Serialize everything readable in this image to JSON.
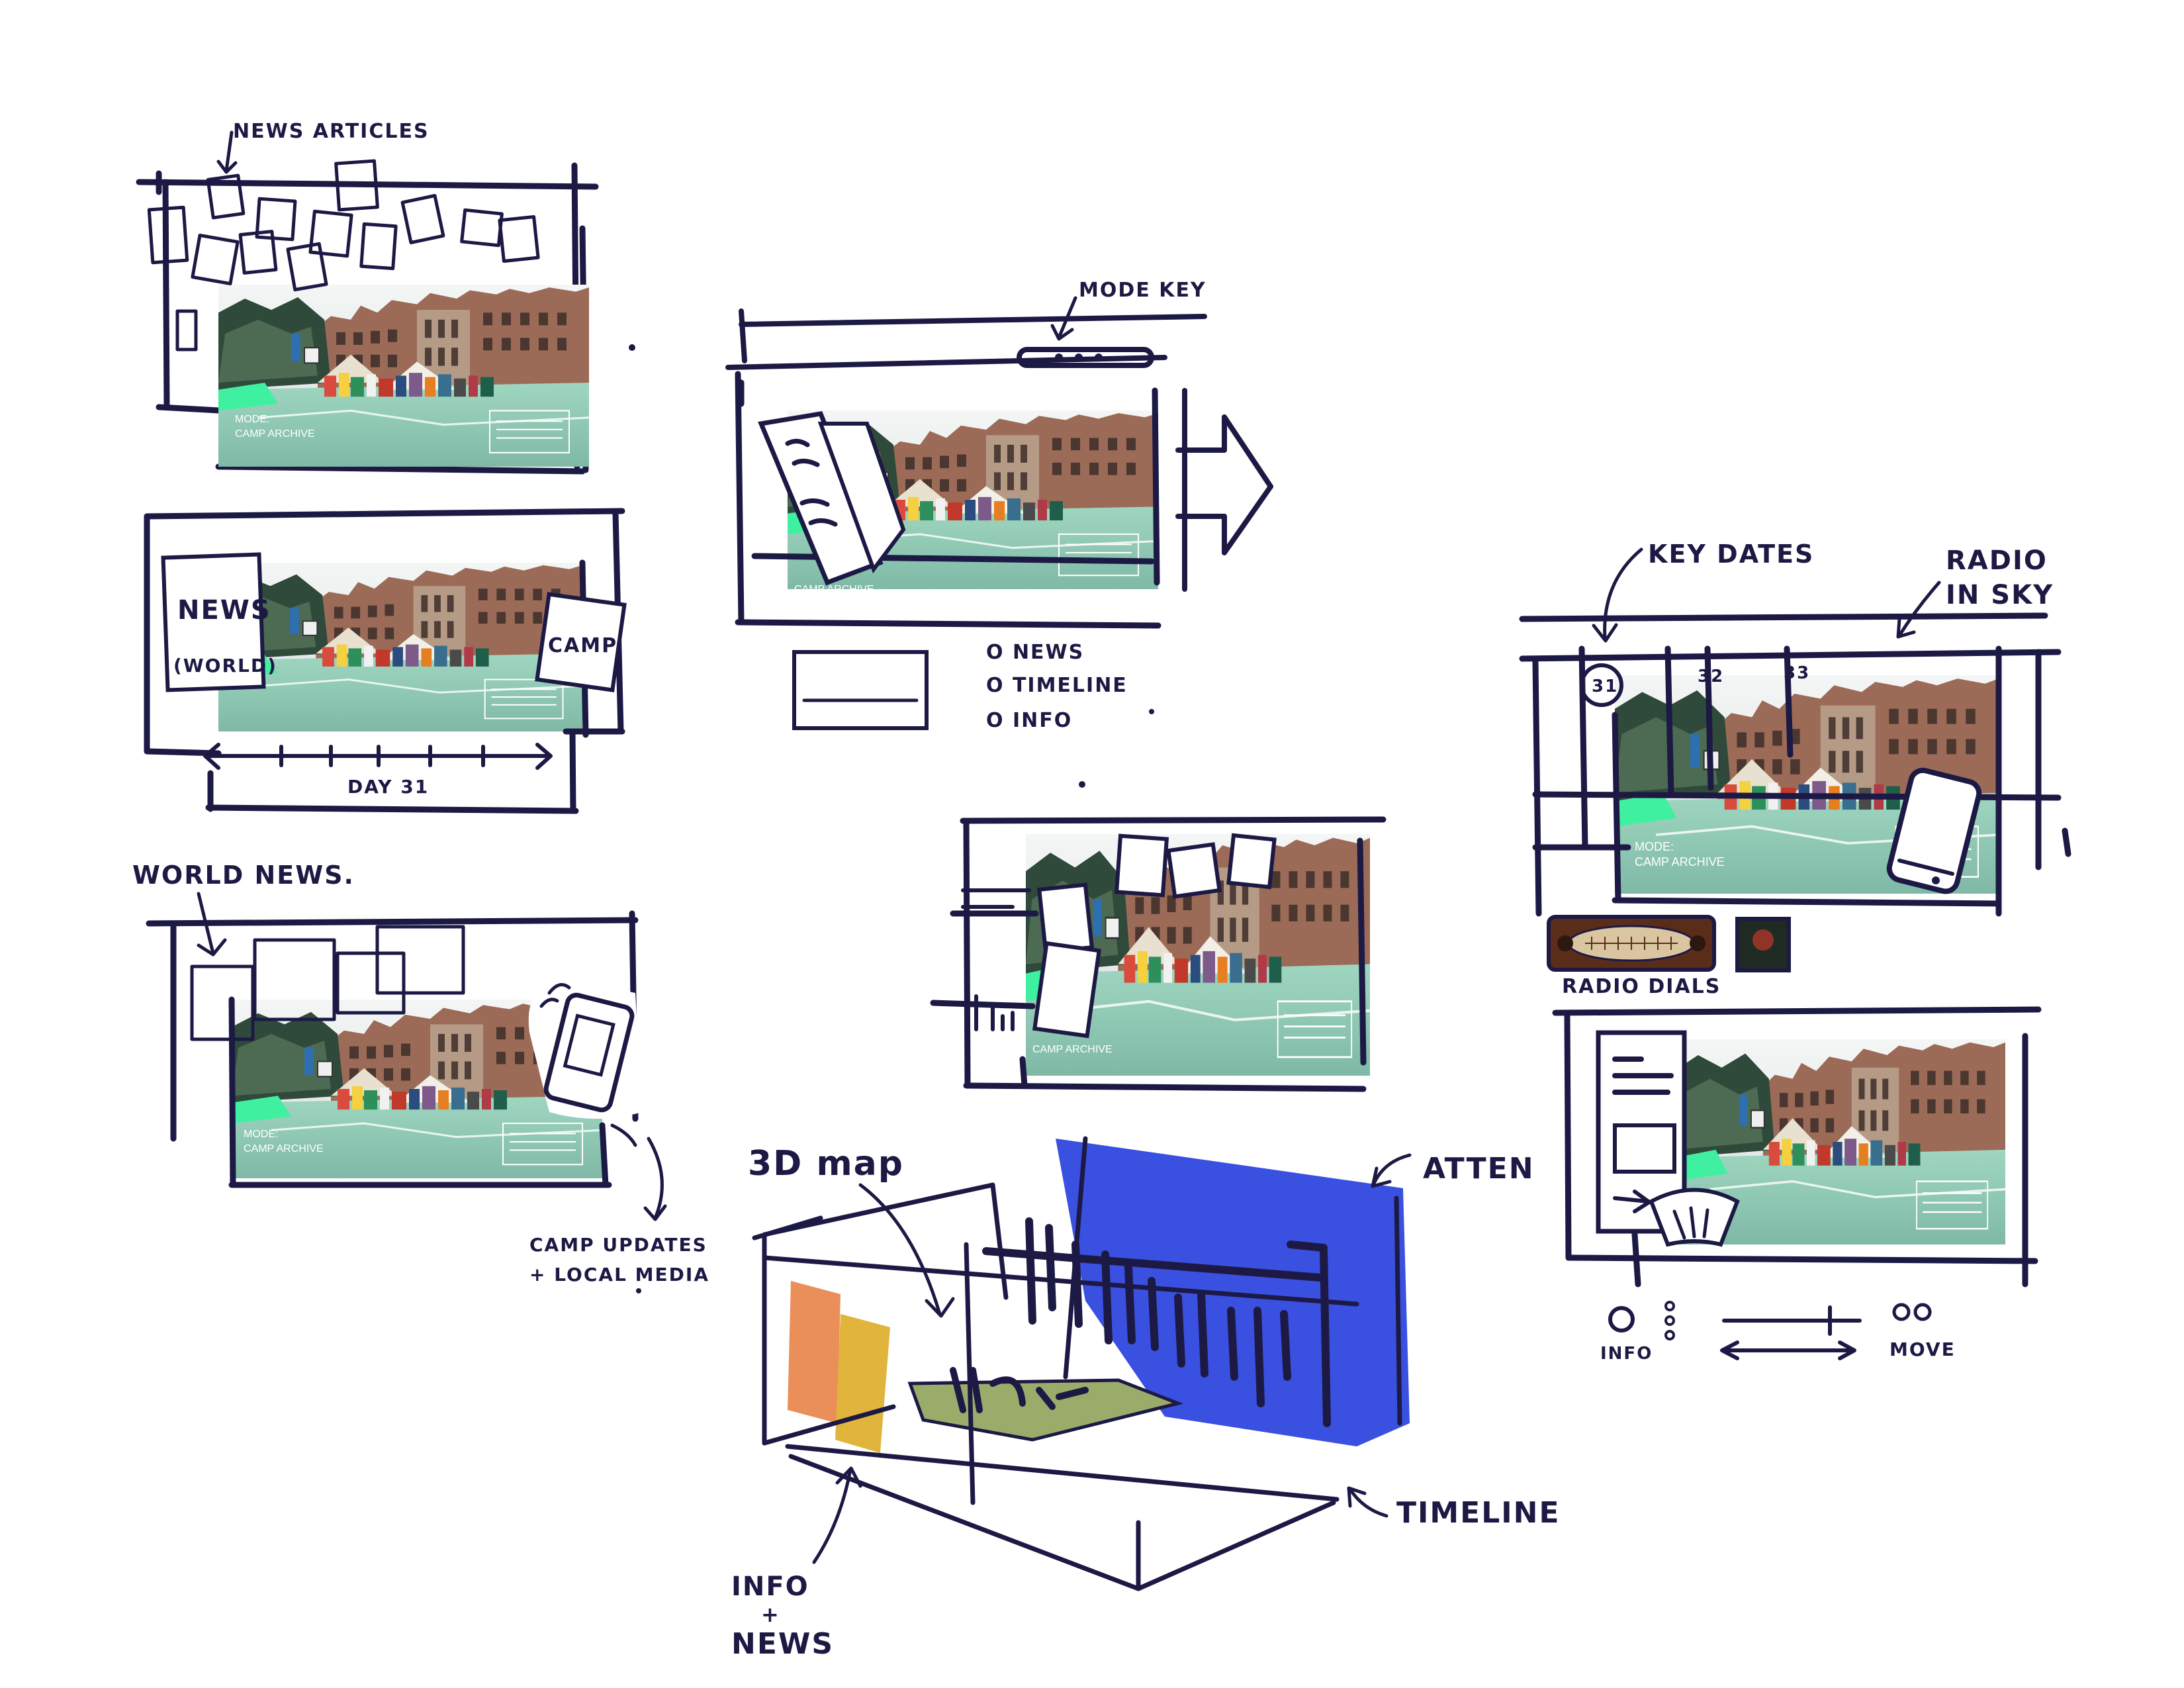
{
  "colors": {
    "ink": "#1c1a44",
    "sky_blue": "#3a50e0",
    "panel_orange": "#ea8f5a",
    "panel_yellow": "#e1b43c",
    "map_green": "#9aab6a",
    "screen_teal": "#9fd6c0",
    "highlight_green": "#3ff0a0",
    "building_brick": "#9c6b58",
    "radio_wood": "#5a2c1a"
  },
  "screen_overlay": {
    "mode_label": "MODE:",
    "mode_value": "CAMP ARCHIVE"
  },
  "sketches": {
    "news_articles": {
      "label": "NEWS ARTICLES"
    },
    "news_world_camp": {
      "news_card_line1": "NEWS",
      "news_card_line2": "(WORLD)",
      "camp_card": "CAMP",
      "timeline_label": "DAY 31"
    },
    "world_news": {
      "label": "WORLD NEWS.",
      "phone_label_line1": "CAMP UPDATES",
      "phone_label_line2": "+ LOCAL MEDIA"
    },
    "mode_key": {
      "label": "MODE KEY",
      "options": [
        "O NEWS",
        "O TIMELINE",
        "O INFO"
      ]
    },
    "radio_sky": {
      "key_dates_label": "KEY DATES",
      "radio_label_line1": "RADIO",
      "radio_label_line2": "IN SKY",
      "dates": [
        "31",
        "32",
        "33"
      ],
      "radio_dials_label": "RADIO DIALS"
    },
    "info_move": {
      "info_label": "INFO",
      "move_label": "MOVE"
    },
    "map_3d": {
      "title": "3D map",
      "attention_label": "ATTEN",
      "timeline_label": "TIMELINE",
      "info_news_line1": "INFO",
      "info_news_line2": "+",
      "info_news_line3": "NEWS"
    }
  }
}
